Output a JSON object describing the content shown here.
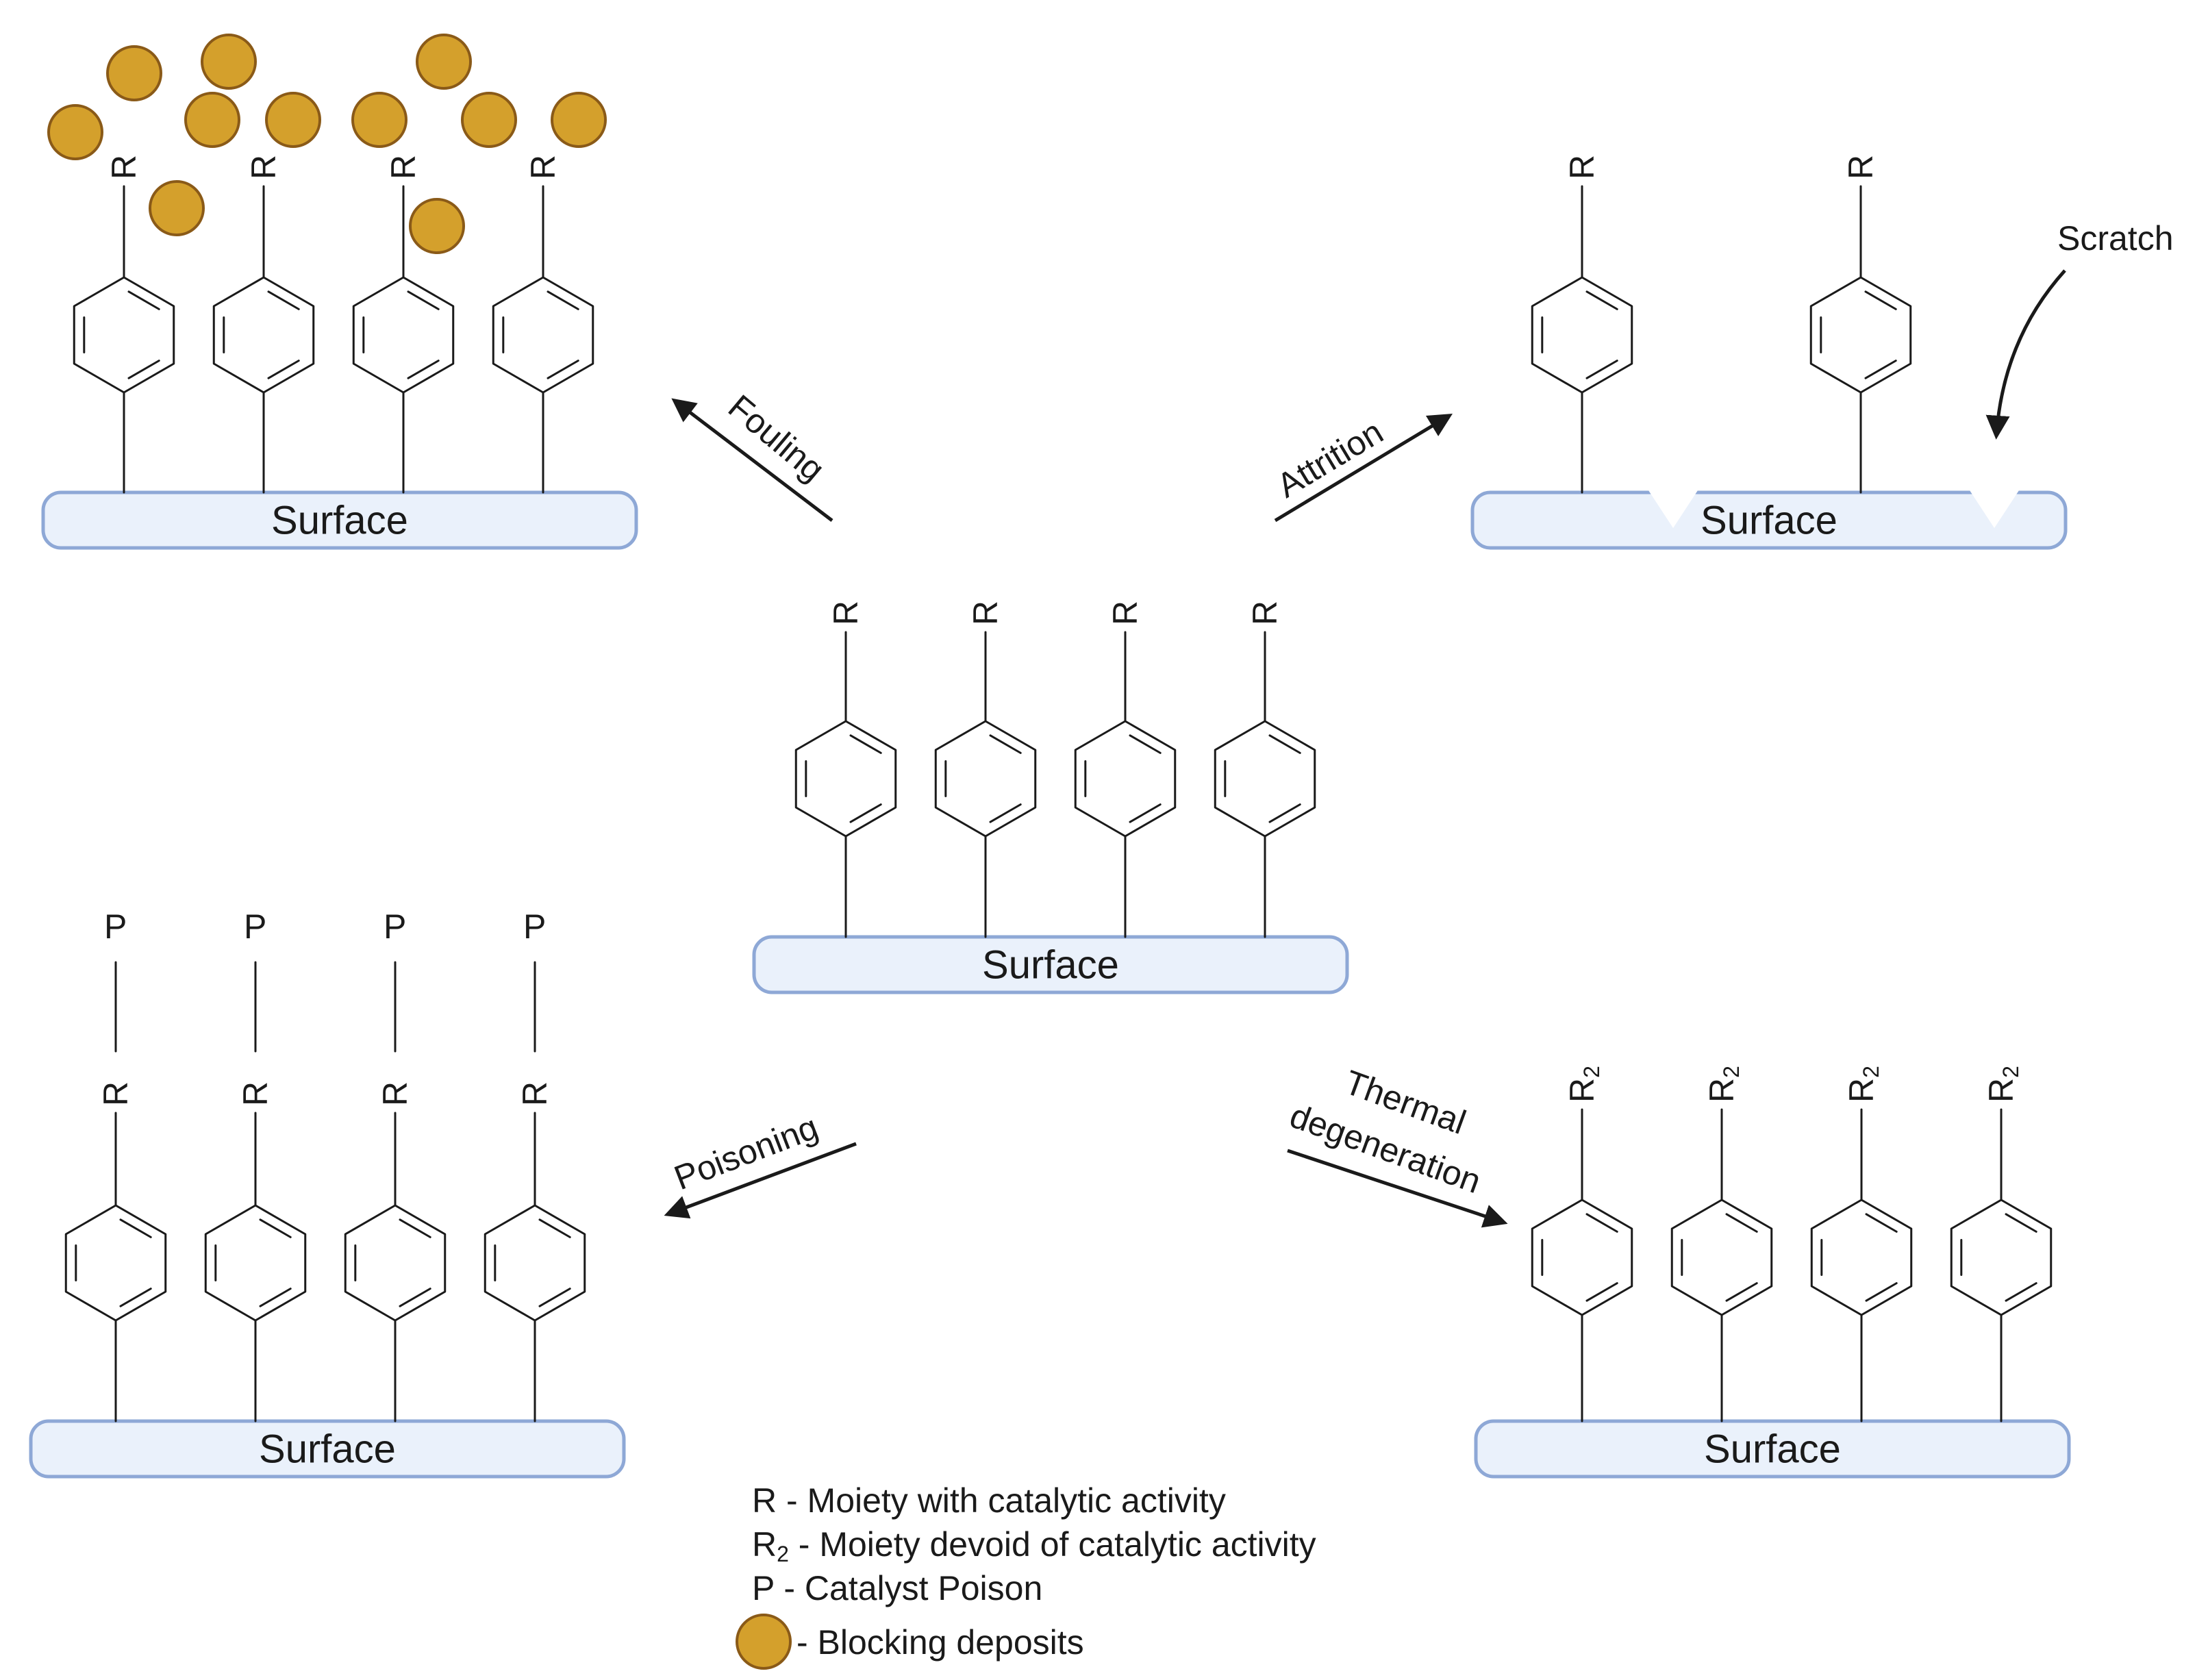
{
  "surface_label": "Surface",
  "atoms": {
    "R": "R",
    "R2_base": "R",
    "R2_sub": "2",
    "P": "P"
  },
  "processes": {
    "fouling": "Fouling",
    "attrition": "Attrition",
    "scratch": "Scratch",
    "poisoning": "Poisoning",
    "thermal_line1": "Thermal",
    "thermal_line2": "degeneration"
  },
  "legend": {
    "r_line": "R - Moiety with catalytic activity",
    "r2_base": "R",
    "r2_sub": "2",
    "r2_rest": " - Moiety devoid of catalytic activity",
    "p_line": "P - Catalyst Poison",
    "deposit_line": "- Blocking deposits"
  },
  "colors": {
    "deposit_fill": "#d4a02c",
    "surface_fill": "#eaf1fb",
    "surface_stroke": "#8ea8d6",
    "line": "#1a1a1a"
  }
}
